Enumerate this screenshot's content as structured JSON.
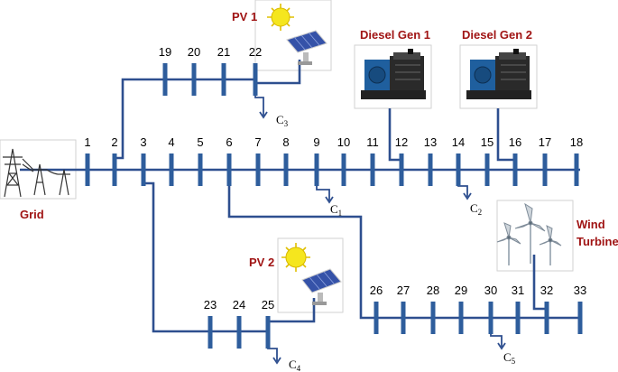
{
  "labels": {
    "grid": "Grid",
    "pv1": "PV 1",
    "pv2": "PV 2",
    "diesel1": "Diesel Gen 1",
    "diesel2": "Diesel Gen 2",
    "wind_line1": "Wind",
    "wind_line2": "Turbine"
  },
  "buses": [
    "1",
    "2",
    "3",
    "4",
    "5",
    "6",
    "7",
    "8",
    "9",
    "10",
    "11",
    "12",
    "13",
    "14",
    "15",
    "16",
    "17",
    "18",
    "19",
    "20",
    "21",
    "22",
    "23",
    "24",
    "25",
    "26",
    "27",
    "28",
    "29",
    "30",
    "31",
    "32",
    "33"
  ],
  "loads": [
    {
      "letter": "C",
      "sub": "1"
    },
    {
      "letter": "C",
      "sub": "2"
    },
    {
      "letter": "C",
      "sub": "3"
    },
    {
      "letter": "C",
      "sub": "4"
    },
    {
      "letter": "C",
      "sub": "5"
    }
  ],
  "colors": {
    "line": "#2e4f8f",
    "bar": "#2e5d9c",
    "label_red": "#a01414",
    "sun": "#f5e61e",
    "panel": "#3552a8",
    "generator": "#1f5f9e"
  },
  "icons": [
    "tower-icon",
    "sun-icon",
    "solar-panel-icon",
    "generator-icon",
    "wind-turbine-icon"
  ]
}
